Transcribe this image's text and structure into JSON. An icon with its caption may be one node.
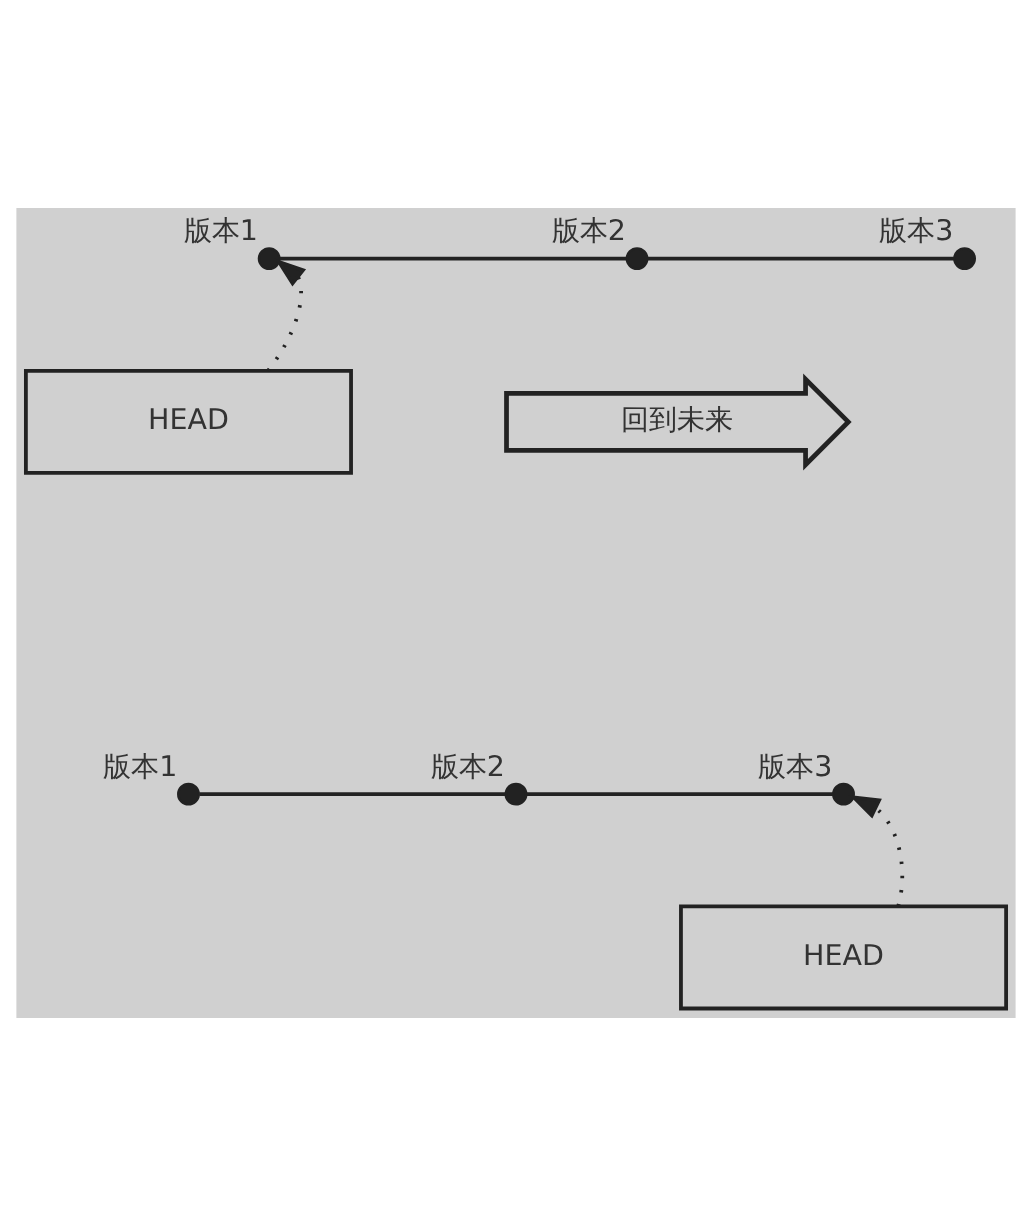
{
  "diagram": {
    "nodes": [
      {
        "text": [
          "版本1"
        ]
      },
      {
        "text": [
          "版本2"
        ]
      },
      {
        "text": [
          "版本3"
        ]
      },
      {
        "text": [
          "回到未来"
        ]
      },
      {
        "text": [
          "HEAD"
        ]
      },
      {
        "text": [
          "版本1"
        ]
      },
      {
        "text": [
          "版本2"
        ]
      },
      {
        "text": [
          "版本3"
        ]
      },
      {
        "text": [
          "HEAD"
        ]
      }
    ],
    "edges": [
      {
        "from": 0,
        "to": 1,
        "arrow": "none"
      },
      {
        "from": 1,
        "to": 2,
        "arrow": "none"
      },
      {
        "from": 4,
        "to": 0,
        "arrow": "to",
        "style": "dashed"
      },
      {
        "from": 5,
        "to": 6,
        "arrow": "none"
      },
      {
        "from": 6,
        "to": 7,
        "arrow": "none"
      },
      {
        "from": 8,
        "to": 7,
        "arrow": "to",
        "style": "dashed"
      }
    ]
  }
}
